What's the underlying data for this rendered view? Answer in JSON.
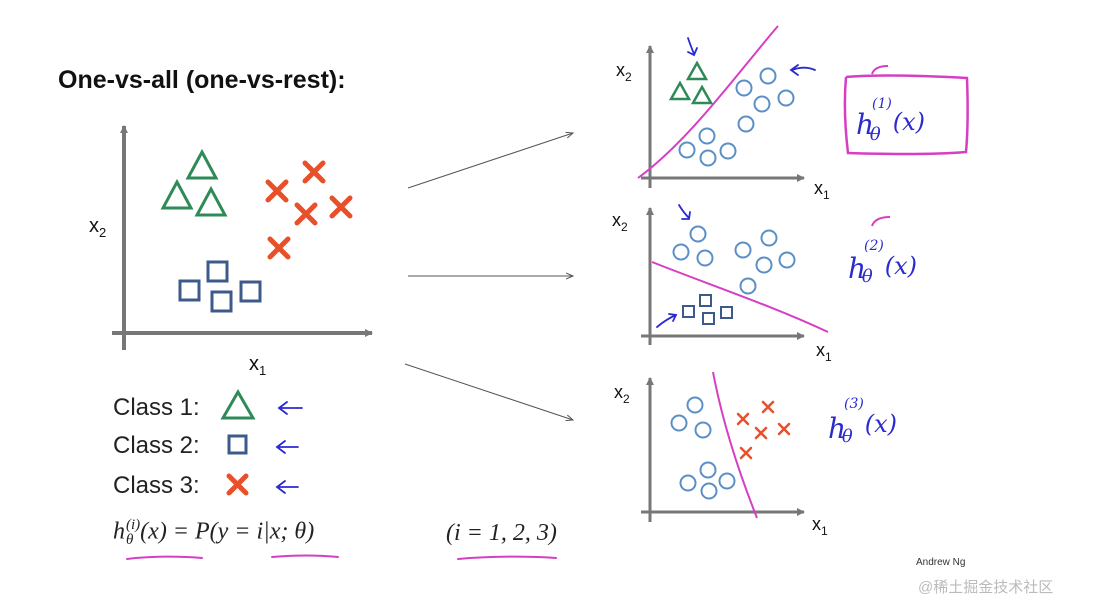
{
  "slide": {
    "title": "One-vs-all (one-vs-rest):",
    "author": "Andrew Ng",
    "watermark": "@稀土掘金技术社区"
  },
  "main_plot": {
    "x_axis_label": "x",
    "x_axis_subscript": "1",
    "y_axis_label": "x",
    "y_axis_subscript": "2"
  },
  "classes": [
    {
      "label": "Class 1:",
      "marker": "triangle-icon",
      "color": "#2e8b57"
    },
    {
      "label": "Class 2:",
      "marker": "square-icon",
      "color": "#3c5a8a"
    },
    {
      "label": "Class 3:",
      "marker": "cross-icon",
      "color": "#e8502a"
    }
  ],
  "formula": {
    "hypothesis": "h",
    "hypothesis_superscript": "(i)",
    "hypothesis_subscript": "θ",
    "rhs": "(x) = P(y = i|x; θ)",
    "index_range": "(i = 1, 2, 3)"
  },
  "subplots": [
    {
      "x_axis_label": "x",
      "x_axis_subscript": "1",
      "y_axis_label": "x",
      "y_axis_subscript": "2",
      "hypothesis": "h",
      "hypothesis_superscript": "(1)",
      "hypothesis_subscript": "θ",
      "hypothesis_arg": "(x)"
    },
    {
      "x_axis_label": "x",
      "x_axis_subscript": "1",
      "y_axis_label": "x",
      "y_axis_subscript": "2",
      "hypothesis": "h",
      "hypothesis_superscript": "(2)",
      "hypothesis_subscript": "θ",
      "hypothesis_arg": "(x)"
    },
    {
      "x_axis_label": "x",
      "x_axis_subscript": "1",
      "y_axis_label": "x",
      "y_axis_subscript": "2",
      "hypothesis": "h",
      "hypothesis_superscript": "(3)",
      "hypothesis_subscript": "θ",
      "hypothesis_arg": "(x)"
    }
  ],
  "colors": {
    "triangle": "#2e8b57",
    "square": "#3c5a8a",
    "cross": "#e8502a",
    "circle": "#5b8fc7",
    "boundary": "#d63fc4",
    "annotation": "#2a2ad0",
    "axis": "#777777"
  }
}
